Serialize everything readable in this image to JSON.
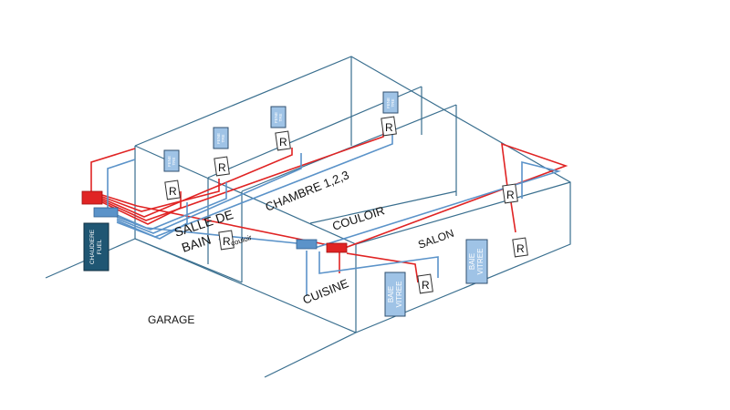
{
  "rooms": {
    "garage": "GARAGE",
    "salle_de_bain_line1": "SALLE DE",
    "salle_de_bain_line2": "BAIN",
    "couloir_small": "couloir",
    "chambre": "CHAMBRE 1,2,3",
    "couloir": "COULOIR",
    "salon": "SALON",
    "cuisine": "CUISINE"
  },
  "boiler": {
    "line1": "CHAUDIERE",
    "line2": "FUEL",
    "color": "#1f5673"
  },
  "windows": {
    "small_line1": "FENE",
    "small_line2": "TRE",
    "bay_line1": "BAIE",
    "bay_line2": "VITREE",
    "color": "#9fc3e6"
  },
  "radiator_label": "R",
  "colors": {
    "hot_pipe": "#e02424",
    "cold_pipe": "#5b93c9",
    "walls": "#3a6f8f"
  }
}
